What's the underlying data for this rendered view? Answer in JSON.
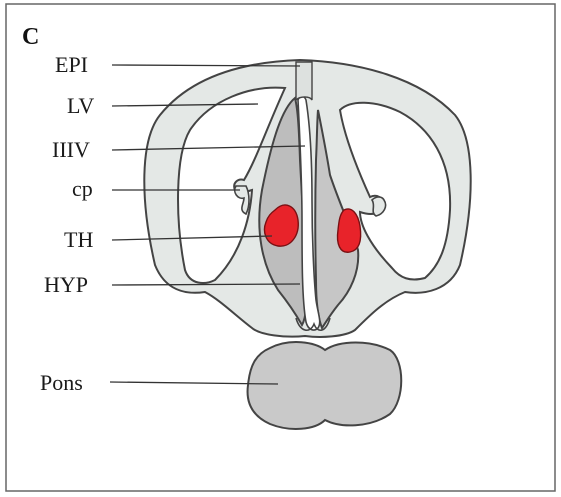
{
  "panel_letter": "C",
  "labels": [
    {
      "id": "epi",
      "text": "EPI"
    },
    {
      "id": "lv",
      "text": "LV"
    },
    {
      "id": "iiiv",
      "text": "IIIV"
    },
    {
      "id": "cp",
      "text": "cp"
    },
    {
      "id": "th",
      "text": "TH"
    },
    {
      "id": "hyp",
      "text": "HYP"
    },
    {
      "id": "pons",
      "text": "Pons"
    }
  ],
  "colors": {
    "outer_tissue": "#e4e8e6",
    "ventricle": "#ffffff",
    "thalamus_body": "#bdbdbd",
    "hypothalamus": "#cbcccb",
    "thalamus_highlight": "#e8232a",
    "pons": "#c9c9c9",
    "outline": "#444444",
    "frame": "#666666"
  }
}
